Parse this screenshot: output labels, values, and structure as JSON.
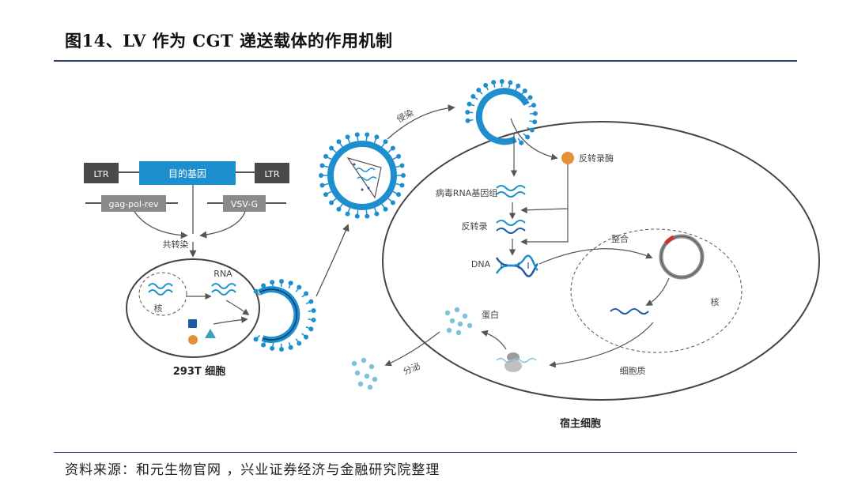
{
  "figure": {
    "title": "图14、LV 作为 CGT 递送载体的作用机制",
    "source": "资料来源：和元生物官网 ，兴业证券经济与金融研究院整理"
  },
  "diagram": {
    "ltr_left": "LTR",
    "gene": "目的基因",
    "ltr_right": "LTR",
    "gag_pol_rev": "gag-pol-rev",
    "vsv_g": "VSV-G",
    "cotransfection": "共转染",
    "rna": "RNA",
    "nucleus_293t": "核",
    "cell_293t": "293T 细胞",
    "infection": "侵染",
    "reverse_transcriptase": "反转录酶",
    "viral_rna_genome": "病毒RNA基因组",
    "reverse_transcription": "反转录",
    "dna": "DNA",
    "integration": "整合",
    "host_nucleus": "核",
    "protein": "蛋白",
    "secretion": "分泌",
    "cytoplasm": "细胞质",
    "host_cell": "宿主细胞"
  },
  "colors": {
    "blue": "#1e8fce",
    "dark_blue": "#1f5aa6",
    "gray_box": "#8a8a8a",
    "dark_box": "#4a4a4a",
    "orange": "#e69137",
    "teal": "#3f9fb5",
    "red": "#d0302d",
    "protein_dot": "#7fc3db"
  }
}
